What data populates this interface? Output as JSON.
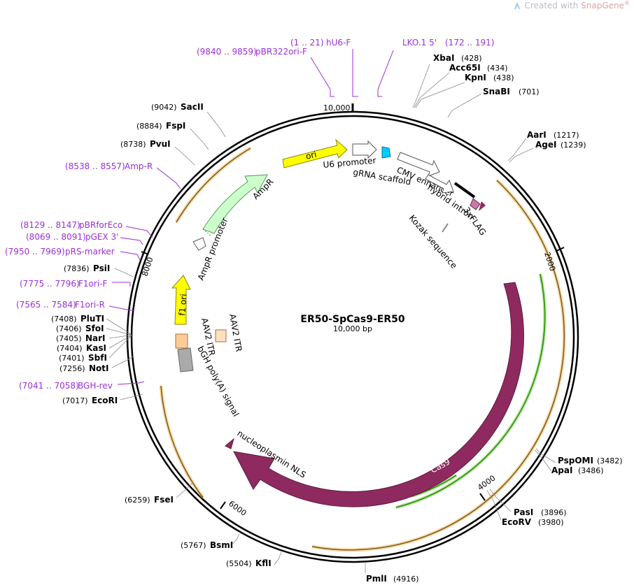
{
  "watermark": {
    "prefix": "Created with",
    "brand": "SnapGene",
    "mark": "®"
  },
  "plasmid": {
    "name": "ER50-SpCas9-ER50",
    "length_label": "10,000 bp",
    "length_bp": 10000
  },
  "ticks": [
    "10,000",
    "2000",
    "4000",
    "6000",
    "8000"
  ],
  "sites": [
    {
      "name": "XbaI",
      "pos": "(428)"
    },
    {
      "name": "Acc65I",
      "pos": "(434)"
    },
    {
      "name": "KpnI",
      "pos": "(438)"
    },
    {
      "name": "SnaBI",
      "pos": "(701)"
    },
    {
      "name": "AarI",
      "pos": "(1217)"
    },
    {
      "name": "AgeI",
      "pos": "(1239)"
    },
    {
      "name": "PspOMI",
      "pos": "(3482)"
    },
    {
      "name": "ApaI",
      "pos": "(3486)"
    },
    {
      "name": "PasI",
      "pos": "(3896)"
    },
    {
      "name": "EcoRV",
      "pos": "(3980)"
    },
    {
      "name": "PmlI",
      "pos": "(4916)"
    },
    {
      "name": "KflI",
      "pos": "(5504)"
    },
    {
      "name": "BsmI",
      "pos": "(5767)"
    },
    {
      "name": "FseI",
      "pos": "(6259)"
    },
    {
      "name": "EcoRI",
      "pos": "(7017)"
    },
    {
      "name": "NotI",
      "pos": "(7256)"
    },
    {
      "name": "SbfI",
      "pos": "(7401)"
    },
    {
      "name": "KasI",
      "pos": "(7404)"
    },
    {
      "name": "NarI",
      "pos": "(7405)"
    },
    {
      "name": "SfoI",
      "pos": "(7406)"
    },
    {
      "name": "PluTI",
      "pos": "(7408)"
    },
    {
      "name": "PsiI",
      "pos": "(7836)"
    },
    {
      "name": "PvuI",
      "pos": "(8738)"
    },
    {
      "name": "FspI",
      "pos": "(8884)"
    },
    {
      "name": "SacII",
      "pos": "(9042)"
    }
  ],
  "primers": [
    {
      "name": "hU6-F",
      "range": "(1 .. 21)"
    },
    {
      "name": "LKO.1 5'",
      "range": "(172 .. 191)"
    },
    {
      "name": "pBR322ori-F",
      "range": "(9840 .. 9859)"
    },
    {
      "name": "Amp-R",
      "range": "(8538 .. 8557)"
    },
    {
      "name": "pBRforEco",
      "range": "(8129 .. 8147)"
    },
    {
      "name": "pGEX 3'",
      "range": "(8069 .. 8091)"
    },
    {
      "name": "pRS-marker",
      "range": "(7950 .. 7969)"
    },
    {
      "name": "F1ori-F",
      "range": "(7775 .. 7796)"
    },
    {
      "name": "F1ori-R",
      "range": "(7565 .. 7584)"
    },
    {
      "name": "BGH-rev",
      "range": "(7041 .. 7058)"
    }
  ],
  "features": {
    "ori": "ori",
    "u6_promoter": "U6 promoter",
    "grna_scaffold": "gRNA scaffold",
    "cmv_enhancer": "CMV enhancer",
    "hybrid_intron": "hybrid intron",
    "flag": "3xFLAG",
    "kozak": "Kozak sequence",
    "ampr": "AmpR",
    "ampr_promoter": "AmpR promoter",
    "f1_ori": "f1 ori",
    "aav2_itr_left": "AAV2 ITR",
    "aav2_itr_right": "AAV2 ITR",
    "bgh": "bGH poly(A) signal",
    "cas9": "Cas9",
    "nls": "nucleoplasmin NLS"
  },
  "colors": {
    "cas9": "#8e2a5f",
    "ori": "#ffff00",
    "ampr": "#ccffcc",
    "f1_ori": "#ffff00",
    "itr": "#ffd9b3",
    "bgh": "#a9aaa9",
    "grna": "#00ccff",
    "flag": "#c87aa9",
    "primer": "#9b2fd6",
    "orf_orange": "#f0a830",
    "orf_green": "#339900"
  }
}
